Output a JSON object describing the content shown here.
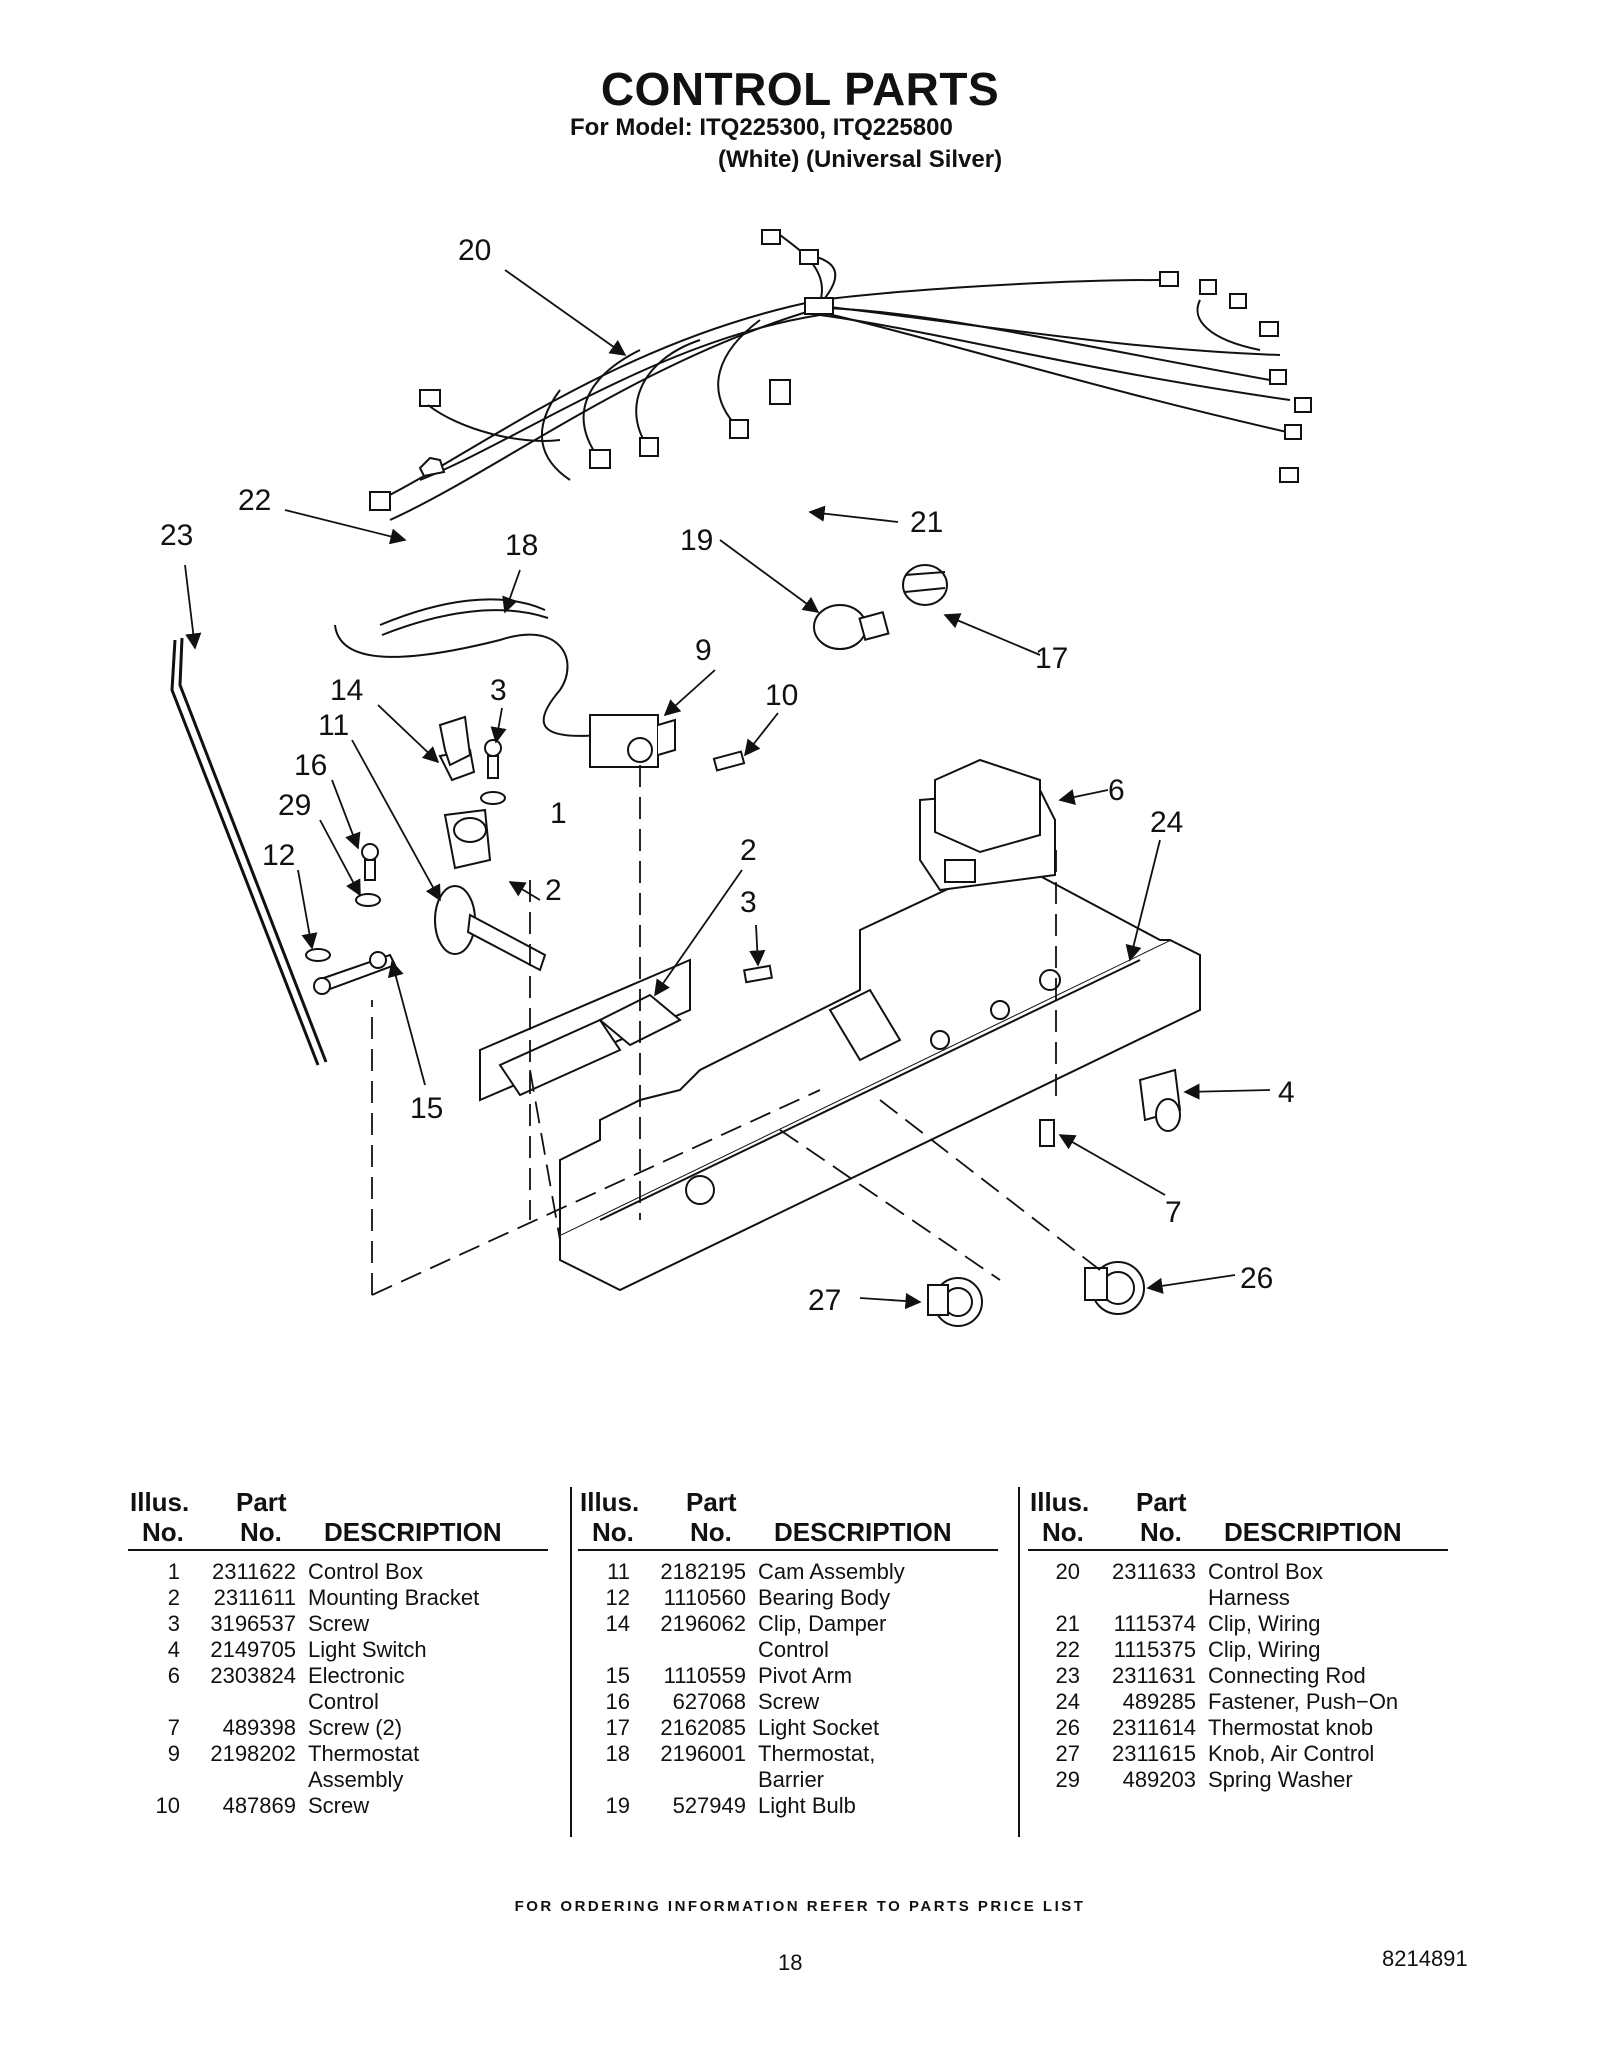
{
  "header": {
    "title": "CONTROL PARTS",
    "model_line": "For Model: ITQ225300, ITQ225800",
    "color_line": "(White) (Universal Silver)"
  },
  "diagram": {
    "callouts": [
      "20",
      "22",
      "23",
      "18",
      "21",
      "19",
      "17",
      "9",
      "14",
      "3",
      "10",
      "11",
      "16",
      "6",
      "29",
      "1",
      "24",
      "12",
      "2",
      "15",
      "4",
      "7",
      "27",
      "26"
    ]
  },
  "table": {
    "header": {
      "illus_1": "Illus.",
      "illus_2": "No.",
      "part_1": "Part",
      "part_2": "No.",
      "desc": "DESCRIPTION"
    },
    "col1": [
      {
        "no": "1",
        "part": "2311622",
        "desc": "Control Box"
      },
      {
        "no": "2",
        "part": "2311611",
        "desc": "Mounting Bracket"
      },
      {
        "no": "3",
        "part": "3196537",
        "desc": "Screw"
      },
      {
        "no": "4",
        "part": "2149705",
        "desc": "Light Switch"
      },
      {
        "no": "6",
        "part": "2303824",
        "desc": "Electronic"
      },
      {
        "no": "",
        "part": "",
        "desc": "Control"
      },
      {
        "no": "7",
        "part": "489398",
        "desc": "Screw (2)"
      },
      {
        "no": "9",
        "part": "2198202",
        "desc": "Thermostat"
      },
      {
        "no": "",
        "part": "",
        "desc": "Assembly"
      },
      {
        "no": "10",
        "part": "487869",
        "desc": "Screw"
      }
    ],
    "col2": [
      {
        "no": "11",
        "part": "2182195",
        "desc": "Cam Assembly"
      },
      {
        "no": "12",
        "part": "1110560",
        "desc": "Bearing Body"
      },
      {
        "no": "14",
        "part": "2196062",
        "desc": "Clip, Damper"
      },
      {
        "no": "",
        "part": "",
        "desc": "Control"
      },
      {
        "no": "15",
        "part": "1110559",
        "desc": "Pivot Arm"
      },
      {
        "no": "16",
        "part": "627068",
        "desc": "Screw"
      },
      {
        "no": "17",
        "part": "2162085",
        "desc": "Light Socket"
      },
      {
        "no": "18",
        "part": "2196001",
        "desc": "Thermostat,"
      },
      {
        "no": "",
        "part": "",
        "desc": "Barrier"
      },
      {
        "no": "19",
        "part": "527949",
        "desc": "Light Bulb"
      }
    ],
    "col3": [
      {
        "no": "20",
        "part": "2311633",
        "desc": "Control Box"
      },
      {
        "no": "",
        "part": "",
        "desc": "Harness"
      },
      {
        "no": "21",
        "part": "1115374",
        "desc": "Clip, Wiring"
      },
      {
        "no": "22",
        "part": "1115375",
        "desc": "Clip, Wiring"
      },
      {
        "no": "23",
        "part": "2311631",
        "desc": "Connecting Rod"
      },
      {
        "no": "24",
        "part": "489285",
        "desc": "Fastener, Push−On"
      },
      {
        "no": "26",
        "part": "2311614",
        "desc": "Thermostat knob"
      },
      {
        "no": "27",
        "part": "2311615",
        "desc": "Knob, Air Control"
      },
      {
        "no": "29",
        "part": "489203",
        "desc": "Spring Washer"
      }
    ]
  },
  "footer": {
    "ordering": "FOR ORDERING INFORMATION REFER TO PARTS PRICE LIST",
    "page": "18",
    "doc_number": "8214891"
  }
}
